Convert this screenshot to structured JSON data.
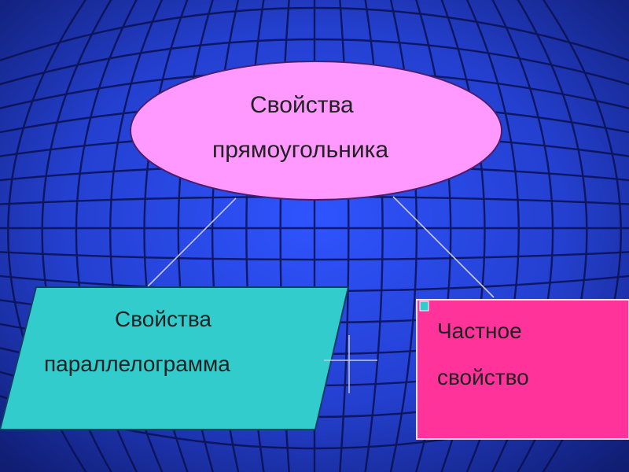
{
  "diagram": {
    "root": {
      "line1": "Свойства",
      "line2": "прямоугольника",
      "color": "#ff99ff"
    },
    "left": {
      "line1": "Свойства",
      "line2": "параллелограмма",
      "color": "#33cccc"
    },
    "right": {
      "line1": "Частное",
      "line2": "свойство",
      "color": "#ff3399"
    }
  },
  "colors": {
    "background_center": "#2f54ff",
    "background_edge": "#101d72",
    "grid": "#0a1050",
    "connector": "#c8c8e0"
  }
}
